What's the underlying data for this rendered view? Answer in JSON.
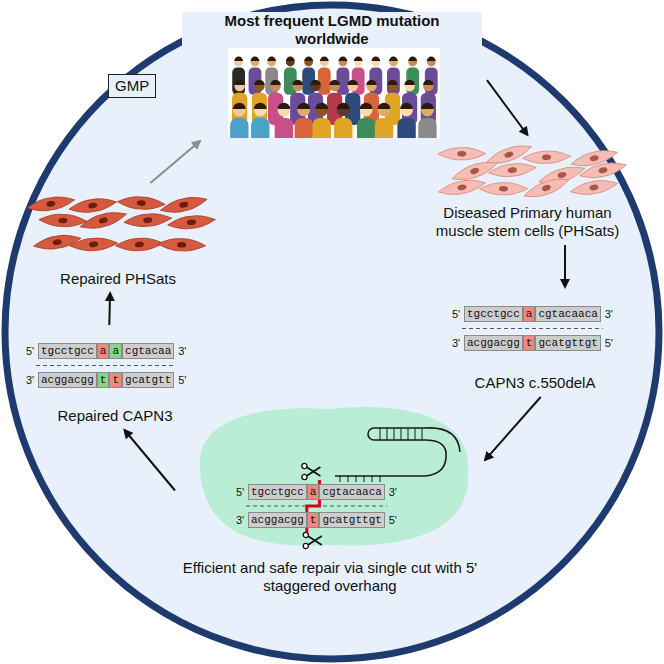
{
  "diagram": {
    "nodes": [
      {
        "text": [
          "Most frequent LGMD mutation worldwide"
        ]
      },
      {
        "text": [
          "GMP"
        ]
      },
      {
        "text": [
          "Repaired PHSats"
        ]
      },
      {
        "text": [
          "Diseased Primary human muscle stem cells (PHSats)"
        ]
      },
      {
        "text": [
          "Repaired CAPN3"
        ]
      },
      {
        "text": [
          "CAPN3 c.550delA"
        ]
      },
      {
        "text": [
          "Efficient and safe repair via single cut with 5' staggered overhang"
        ]
      }
    ],
    "edges": [
      {
        "from": 0,
        "to": 3,
        "arrow": "to"
      },
      {
        "from": 3,
        "to": 5,
        "arrow": "to"
      },
      {
        "from": 5,
        "to": 6,
        "arrow": "to"
      },
      {
        "from": 6,
        "to": 4,
        "arrow": "to"
      },
      {
        "from": 4,
        "to": 2,
        "arrow": "to"
      },
      {
        "from": 2,
        "to": 0,
        "arrow": "to"
      }
    ],
    "labels": [
      "5'",
      "tgcctgcc",
      "a",
      "cgtacaaca",
      "3'",
      "3'",
      "acggacgg",
      "t",
      "gcatgttgt",
      "5'",
      "5'",
      "tgcctgcc",
      "a",
      "cgtacaaca",
      "3'",
      "3'",
      "acggacgg",
      "t",
      "gcatgttgt",
      "5'",
      "5'",
      "tgcctgcc",
      "a",
      "a",
      "cgtacaa",
      "3'",
      "3'",
      "acggacgg",
      "t",
      "t",
      "gcatgtt",
      "5'"
    ]
  }
}
